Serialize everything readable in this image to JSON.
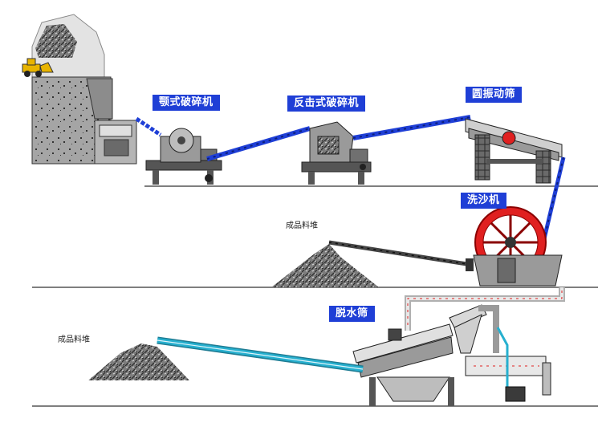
{
  "colors": {
    "label_bg": "#1f3fd6",
    "label_text": "#ffffff",
    "belt": "#1f3fd6",
    "pipe": "#27b0cf",
    "wheel": "#e02020",
    "machine_gray": "#9a9a9a",
    "dark": "#3a3a3a"
  },
  "labels": {
    "jaw_crusher": "颚式破碎机",
    "impact_crusher": "反击式破碎机",
    "vibrating_screen": "圆振动筛",
    "sand_washer": "洗沙机",
    "dewatering_screen": "脱水筛"
  },
  "piles": {
    "pile_middle": "成品料堆",
    "pile_bottom": "成品料堆"
  },
  "icons": {
    "loader": "wheel-loader-icon",
    "hopper": "feed-hopper-icon"
  }
}
